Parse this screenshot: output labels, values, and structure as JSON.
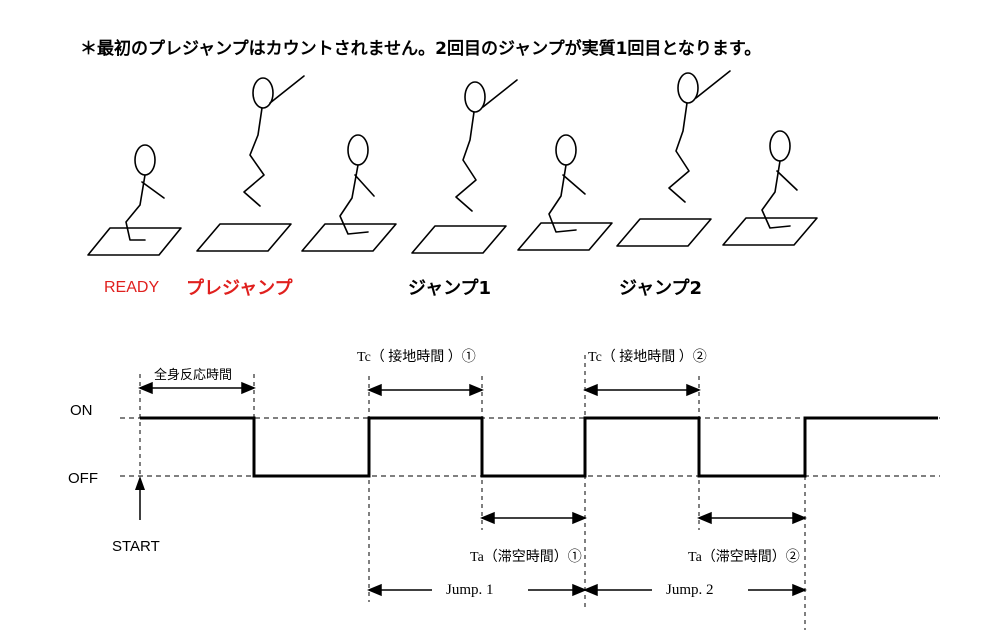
{
  "note": "＊最初のプレジャンプはカウントされません。2回目のジャンプが実質1回目となります。",
  "stages": {
    "ready": "READY",
    "prejump": "プレジャンプ",
    "jump1": "ジャンプ1",
    "jump2": "ジャンプ2"
  },
  "timing": {
    "on_label": "ON",
    "off_label": "OFF",
    "start_label": "START",
    "reaction_label": "全身反応時間",
    "tc1_label": "Tc（ 接地時間 ）①",
    "tc2_label": "Tc（ 接地時間 ）②",
    "ta1_label": "Ta（滞空時間）①",
    "ta2_label": "Ta（滞空時間）②",
    "jump1_label": "Jump. 1",
    "jump2_label": "Jump. 2"
  },
  "colors": {
    "accent_red": "#e0201e",
    "ink": "#000000"
  }
}
